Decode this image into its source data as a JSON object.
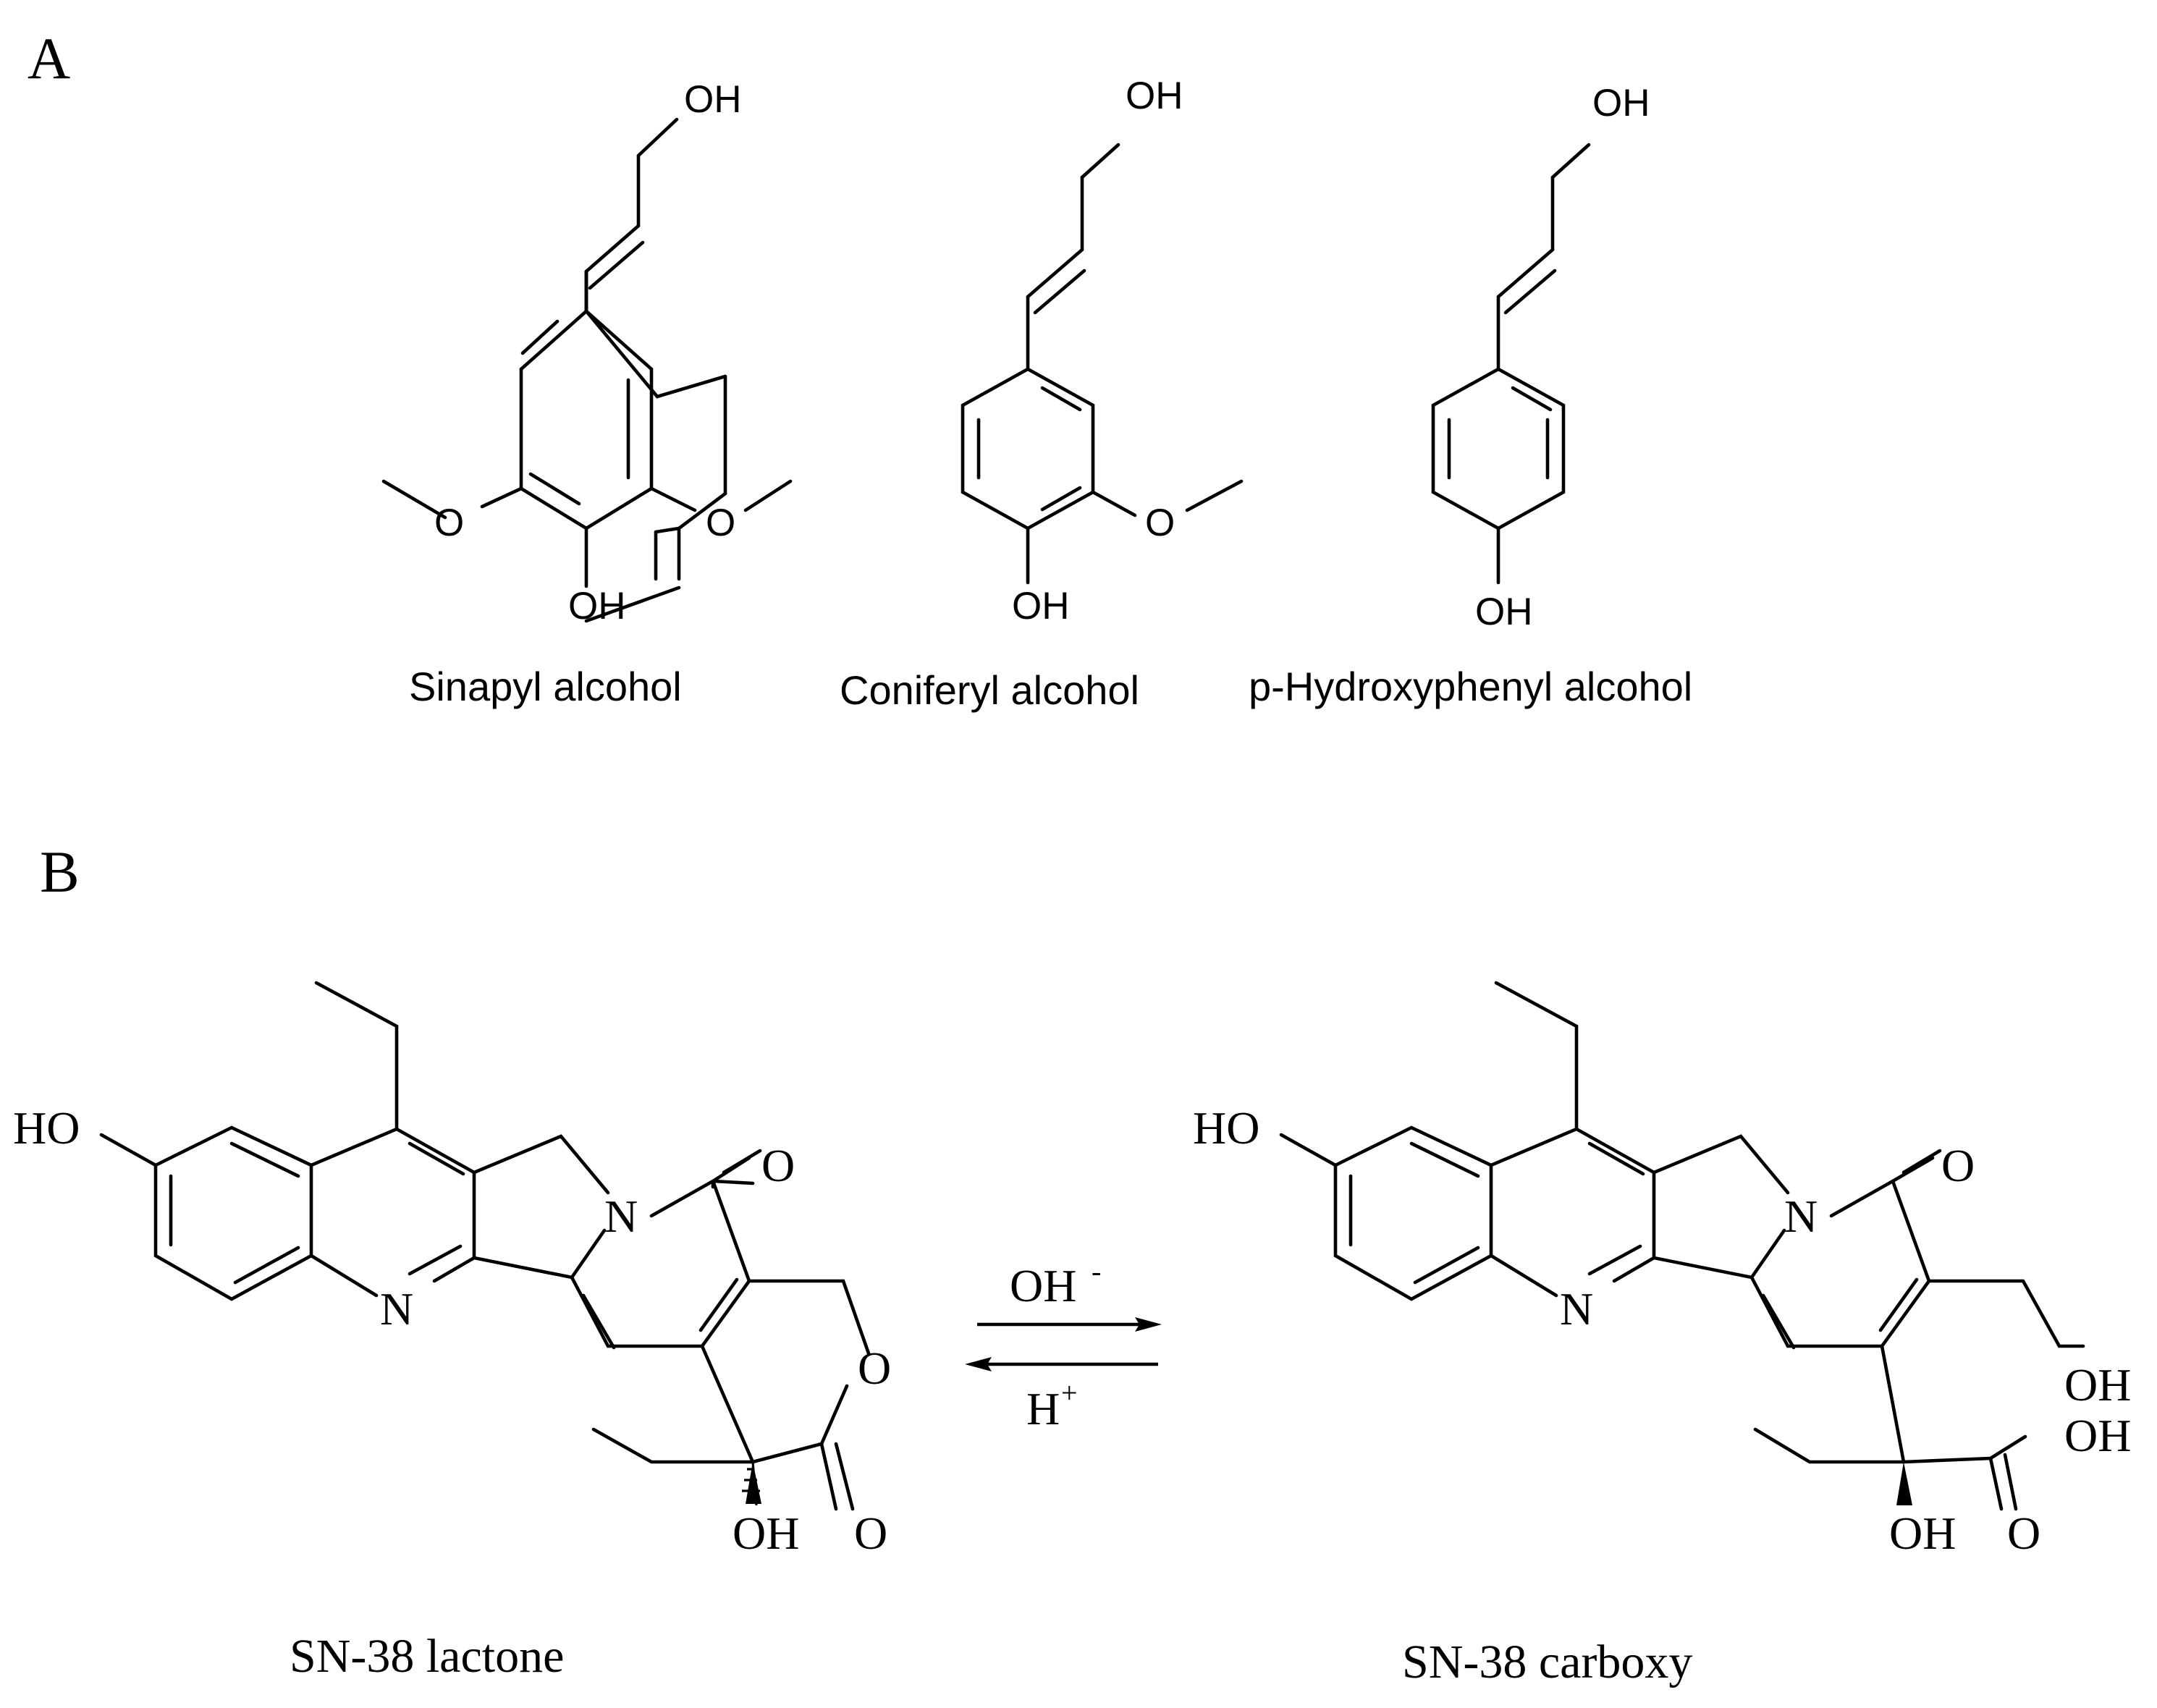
{
  "panels": {
    "a": {
      "letter": "A"
    },
    "b": {
      "letter": "B"
    }
  },
  "molecules": {
    "sinapyl": {
      "name": "Sinapyl alcohol",
      "oh_top": "OH",
      "oh_bottom": "OH",
      "o_left": "O",
      "o_right": "O"
    },
    "coniferyl": {
      "name": "Coniferyl alcohol",
      "oh_top": "OH",
      "oh_bottom": "OH",
      "o_right": "O"
    },
    "hydroxyphenyl": {
      "name": "p-Hydroxyphenyl alcohol",
      "oh_top": "OH",
      "oh_bottom": "OH"
    },
    "sn38_lactone": {
      "name": "SN-38 lactone",
      "ho": "HO",
      "n_ring": "N",
      "n_quinoline": "N",
      "o_carbonyl": "O",
      "o_ring": "O",
      "o_lactone": "O",
      "oh": "OH"
    },
    "sn38_carboxy": {
      "name": "SN-38 carboxy",
      "ho": "HO",
      "n_ring": "N",
      "n_quinoline": "N",
      "o_carbonyl": "O",
      "oh_hydroxymethyl": "OH",
      "oh_acid": "OH",
      "oh_tertiary": "OH",
      "o_acid": "O"
    }
  },
  "equilibrium": {
    "forward_reagent": "OH",
    "forward_charge": "-",
    "reverse_reagent": "H",
    "reverse_charge": "+"
  }
}
